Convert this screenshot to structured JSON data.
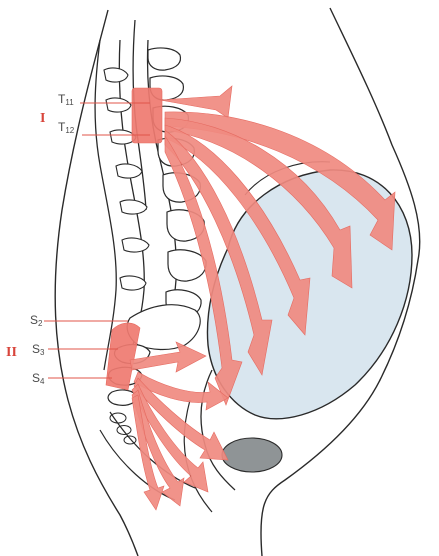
{
  "labels": {
    "t11": {
      "main": "T",
      "sub": "11"
    },
    "t12": {
      "main": "T",
      "sub": "12"
    },
    "s2": {
      "main": "S",
      "sub": "2"
    },
    "s3": {
      "main": "S",
      "sub": "3"
    },
    "s4": {
      "main": "S",
      "sub": "4"
    },
    "group_upper": "I",
    "group_lower": "II"
  },
  "colors": {
    "arrow": "#f08a80",
    "arrow_dark": "#e56a60",
    "outline": "#2a2a2a",
    "uterus_fill": "#d9e6ef",
    "bowel": "#8f9496",
    "label_line": "#e0554a",
    "roman": "#d8453b"
  }
}
